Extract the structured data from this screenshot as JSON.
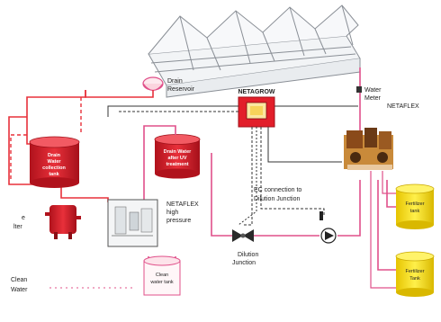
{
  "labels": {
    "drain_reservoir_1": "Drain",
    "drain_reservoir_2": "Reservoir",
    "netagrow": "NETAGROW",
    "water_meter_1": "Water",
    "water_meter_2": "Meter",
    "netaflex": "NETAFLEX",
    "drain_collection_1": "Drain",
    "drain_collection_2": "Water",
    "drain_collection_3": "collection",
    "drain_collection_4": "tank",
    "drain_uv_1": "Drain Water",
    "drain_uv_2": "after UV",
    "drain_uv_3": "treatment",
    "netaflex_hp_1": "NETAFLEX",
    "netaflex_hp_2": "high",
    "netaflex_hp_3": "pressure",
    "ec_1": "EC connection to",
    "ec_2": "Dilution Junction",
    "filter_1": "e",
    "filter_2": "lter",
    "dilution_1": "Dilution",
    "dilution_2": "Junction",
    "clean_water_1": "Clean",
    "clean_water_2": "Water",
    "clean_tank_1": "Clean",
    "clean_tank_2": "water tank",
    "fert_tank_a_1": "Fertilizer",
    "fert_tank_a_2": "tank",
    "fert_tank_b_1": "Fertilizer",
    "fert_tank_b_2": "Tank"
  },
  "colors": {
    "pipe_red": "#e8303a",
    "pipe_pink": "#e0508a",
    "tank_red": "#d81e2a",
    "fertilizer_yellow": "#f6e12a",
    "control_line": "#333333"
  }
}
